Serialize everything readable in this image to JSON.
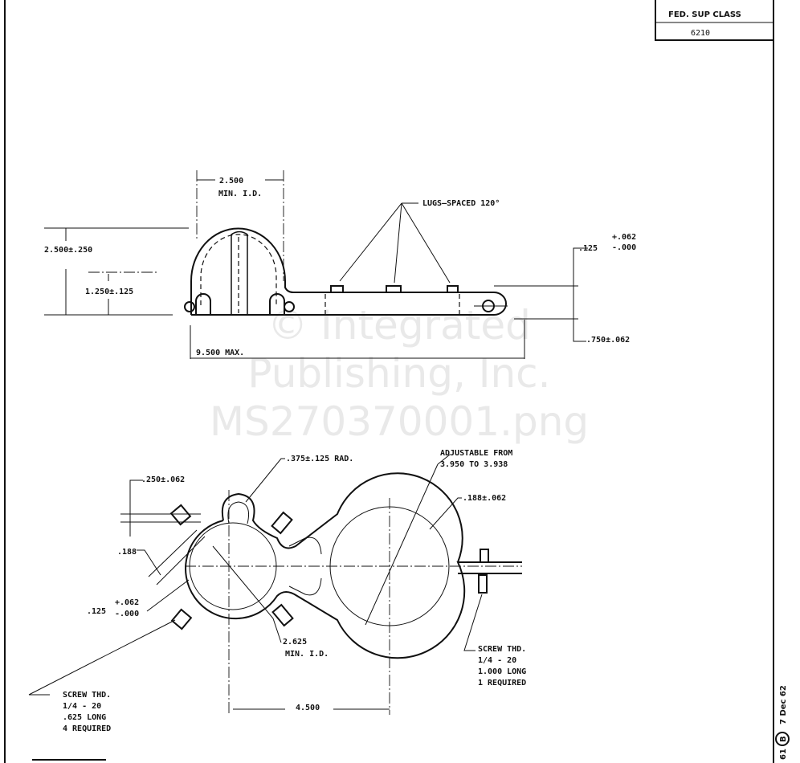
{
  "title_block": {
    "label": "FED. SUP CLASS",
    "value": "6210"
  },
  "side_strip": {
    "sheet": "61",
    "revision": "B",
    "date": "7 Dec 62"
  },
  "watermark": {
    "line1": "© Integrated",
    "line2": "Publishing, Inc.",
    "line3": "MS270370001.png"
  },
  "side_view": {
    "dim_top_width": "2.500",
    "dim_top_width_note": "MIN. I.D.",
    "dim_height": "2.500±.250",
    "dim_half_height": "1.250±.125",
    "dim_length": "9.500 MAX.",
    "lugs_note": "LUGS—SPACED 120°",
    "dim_thickness": ".125",
    "dim_thickness_plus": "+.062",
    "dim_thickness_minus": "-.000",
    "dim_width": ".750±.062"
  },
  "plan_view": {
    "dim_radius": ".375±.125 RAD.",
    "dim_adjustable_1": "ADJUSTABLE FROM",
    "dim_adjustable_2": "3.950 TO 3.938",
    "dim_offset": ".250±.062",
    "dim_wire": ".188±.062",
    "dim_188": ".188",
    "dim_thk": ".125",
    "dim_thk_plus": "+.062",
    "dim_thk_minus": "-.000",
    "dim_id_1": "2.625",
    "dim_id_2": "MIN. I.D.",
    "dim_center": "4.500",
    "screw_left": [
      "SCREW THD.",
      "1/4 - 20",
      ".625 LONG",
      "4 REQUIRED"
    ],
    "screw_right": [
      "SCREW THD.",
      "1/4 - 20",
      "1.000 LONG",
      "1 REQUIRED"
    ]
  }
}
